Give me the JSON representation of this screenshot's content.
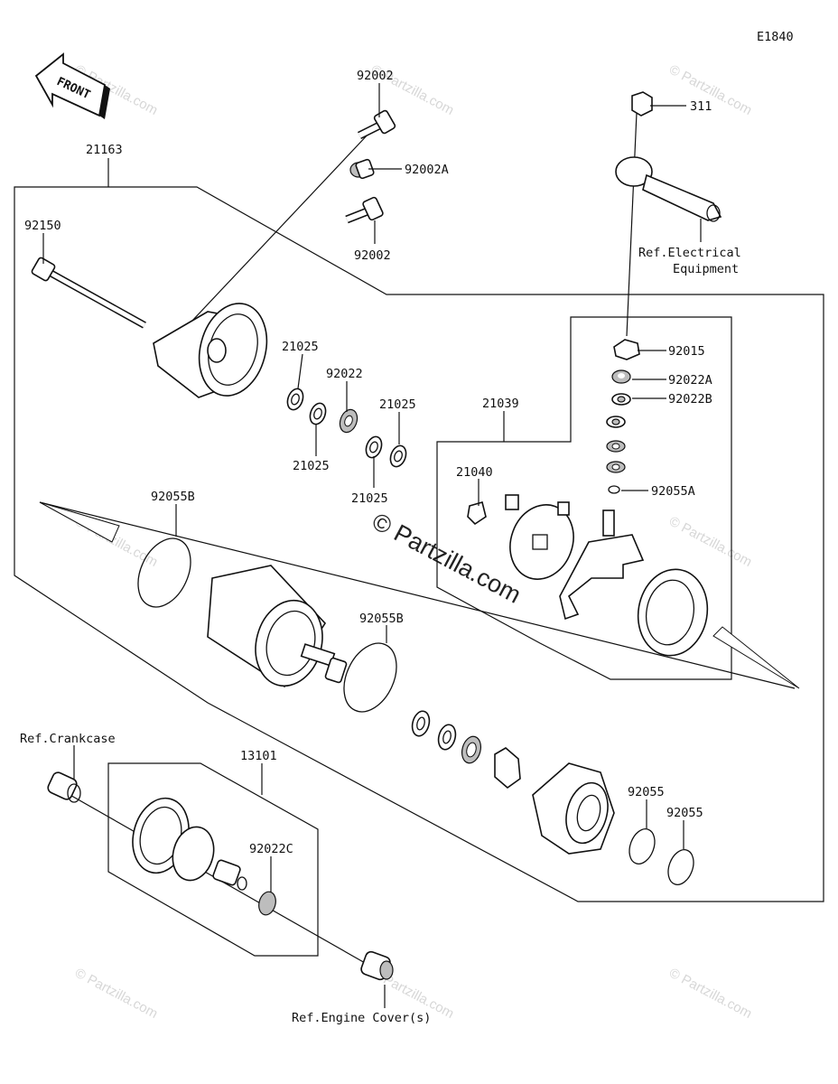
{
  "diagram": {
    "code": "E1840",
    "front_label": "FRONT",
    "watermark_center": "© Partzilla.com",
    "watermark_small": "© Partzilla.com"
  },
  "labels": {
    "p92002_top": "92002",
    "p92002a": "92002A",
    "p92002_bottom": "92002",
    "p21163": "21163",
    "p92150": "92150",
    "p21025_a": "21025",
    "p92022": "92022",
    "p21025_b": "21025",
    "p21025_c": "21025",
    "p21025_d": "21025",
    "p311": "311",
    "ref_electrical_1": "Ref.Electrical",
    "ref_electrical_2": "Equipment",
    "p92015": "92015",
    "p92022a": "92022A",
    "p92022b": "92022B",
    "p21039": "21039",
    "p21040": "21040",
    "p92055a": "92055A",
    "p92055b_left": "92055B",
    "p92055b_mid": "92055B",
    "ref_crankcase": "Ref.Crankcase",
    "p13101": "13101",
    "p92022c": "92022C",
    "p92055_a": "92055",
    "p92055_b": "92055",
    "ref_engine_cover": "Ref.Engine Cover(s)"
  }
}
